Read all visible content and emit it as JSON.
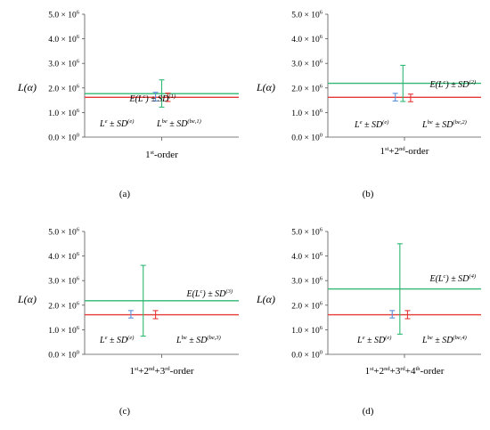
{
  "chart_data": [
    {
      "type": "errorbar",
      "panel_label": "(a)",
      "xlabel": {
        "parts": [
          [
            "1",
            ""
          ],
          [
            "st",
            "sup"
          ],
          [
            "-order",
            ""
          ]
        ]
      },
      "ylabel": "L(α)",
      "ylim": [
        0,
        5000000
      ],
      "yticks": [
        {
          "value": 0,
          "mant": "0.0"
        },
        {
          "value": 1000000,
          "mant": "1.0"
        },
        {
          "value": 2000000,
          "mant": "2.0"
        },
        {
          "value": 3000000,
          "mant": "3.0"
        },
        {
          "value": 4000000,
          "mant": "4.0"
        },
        {
          "value": 5000000,
          "mant": "5.0"
        }
      ],
      "ytick_base": "× 10",
      "ytick_exps": [
        "0",
        "6",
        "6",
        "6",
        "6",
        "6"
      ],
      "lines": [
        {
          "name": "green",
          "color": "#2eb872",
          "value": 1770000
        },
        {
          "name": "red",
          "color": "#e53935",
          "value": 1620000
        }
      ],
      "errorbars": [
        {
          "name": "blue",
          "color": "#5b8fd9",
          "pos": 0.46,
          "center": 1640000,
          "low": 1470000,
          "high": 1820000
        },
        {
          "name": "green",
          "color": "#2eb872",
          "pos": 0.5,
          "center": 1770000,
          "low": 1220000,
          "high": 2330000
        },
        {
          "name": "red",
          "color": "#e53935",
          "pos": 0.54,
          "center": 1620000,
          "low": 1450000,
          "high": 1790000
        }
      ],
      "annotations": [
        {
          "key": "E",
          "text": "E(L",
          "sup": "c",
          "text2": ") ± SD",
          "sup2": "(1)"
        },
        {
          "key": "Le",
          "text": "L",
          "sup": "e",
          "text2": " ± SD",
          "sup2": "(e)"
        },
        {
          "key": "Lbe",
          "text": "L",
          "sup": "be",
          "text2": " ± SD",
          "sup2": "(be,1)"
        }
      ]
    },
    {
      "type": "errorbar",
      "panel_label": "(b)",
      "xlabel": {
        "parts": [
          [
            "1",
            ""
          ],
          [
            "st",
            "sup"
          ],
          [
            "+2",
            ""
          ],
          [
            "nd",
            "sup"
          ],
          [
            "-order",
            ""
          ]
        ]
      },
      "ylabel": "L(α)",
      "ylim": [
        0,
        5000000
      ],
      "yticks": [
        {
          "value": 0,
          "mant": "0.0"
        },
        {
          "value": 1000000,
          "mant": "1.0"
        },
        {
          "value": 2000000,
          "mant": "2.0"
        },
        {
          "value": 3000000,
          "mant": "3.0"
        },
        {
          "value": 4000000,
          "mant": "4.0"
        },
        {
          "value": 5000000,
          "mant": "5.0"
        }
      ],
      "ytick_base": "× 10",
      "ytick_exps": [
        "0",
        "6",
        "6",
        "6",
        "6",
        "6"
      ],
      "lines": [
        {
          "name": "green",
          "color": "#2eb872",
          "value": 2190000
        },
        {
          "name": "red",
          "color": "#e53935",
          "value": 1620000
        }
      ],
      "errorbars": [
        {
          "name": "blue",
          "color": "#5b8fd9",
          "pos": 0.44,
          "center": 1640000,
          "low": 1470000,
          "high": 1780000
        },
        {
          "name": "green",
          "color": "#2eb872",
          "pos": 0.49,
          "center": 2190000,
          "low": 1450000,
          "high": 2920000
        },
        {
          "name": "red",
          "color": "#e53935",
          "pos": 0.54,
          "center": 1620000,
          "low": 1440000,
          "high": 1750000
        }
      ],
      "annotations": [
        {
          "key": "E",
          "text": "E(L",
          "sup": "c",
          "text2": ") ± SD",
          "sup2": "(2)"
        },
        {
          "key": "Le",
          "text": "L",
          "sup": "e",
          "text2": " ± SD",
          "sup2": "(e)"
        },
        {
          "key": "Lbe",
          "text": "L",
          "sup": "be",
          "text2": " ± SD",
          "sup2": "(be,2)"
        }
      ]
    },
    {
      "type": "errorbar",
      "panel_label": "(c)",
      "xlabel": {
        "parts": [
          [
            "1",
            ""
          ],
          [
            "st",
            "sup"
          ],
          [
            "+2",
            ""
          ],
          [
            "nd",
            "sup"
          ],
          [
            "+3",
            ""
          ],
          [
            "rd",
            "sup"
          ],
          [
            "-order",
            ""
          ]
        ]
      },
      "ylabel": "L(α)",
      "ylim": [
        0,
        5000000
      ],
      "yticks": [
        {
          "value": 0,
          "mant": "0.0"
        },
        {
          "value": 1000000,
          "mant": "1.0"
        },
        {
          "value": 2000000,
          "mant": "2.0"
        },
        {
          "value": 3000000,
          "mant": "3.0"
        },
        {
          "value": 4000000,
          "mant": "4.0"
        },
        {
          "value": 5000000,
          "mant": "5.0"
        }
      ],
      "ytick_base": "× 10",
      "ytick_exps": [
        "0",
        "6",
        "6",
        "6",
        "6",
        "6"
      ],
      "lines": [
        {
          "name": "green",
          "color": "#2eb872",
          "value": 2180000
        },
        {
          "name": "red",
          "color": "#e53935",
          "value": 1610000
        }
      ],
      "errorbars": [
        {
          "name": "blue",
          "color": "#5b8fd9",
          "pos": 0.3,
          "center": 1640000,
          "low": 1480000,
          "high": 1780000
        },
        {
          "name": "green",
          "color": "#2eb872",
          "pos": 0.38,
          "center": 2180000,
          "low": 740000,
          "high": 3620000
        },
        {
          "name": "red",
          "color": "#e53935",
          "pos": 0.46,
          "center": 1610000,
          "low": 1450000,
          "high": 1780000
        }
      ],
      "annotations": [
        {
          "key": "E",
          "text": "E(L",
          "sup": "c",
          "text2": ") ± SD",
          "sup2": "(3)"
        },
        {
          "key": "Le",
          "text": "L",
          "sup": "e",
          "text2": " ± SD",
          "sup2": "(e)"
        },
        {
          "key": "Lbe",
          "text": "L",
          "sup": "be",
          "text2": " ± SD",
          "sup2": "(be,3)"
        }
      ]
    },
    {
      "type": "errorbar",
      "panel_label": "(d)",
      "xlabel": {
        "parts": [
          [
            "1",
            ""
          ],
          [
            "st",
            "sup"
          ],
          [
            "+2",
            ""
          ],
          [
            "nd",
            "sup"
          ],
          [
            "+3",
            ""
          ],
          [
            "rd",
            "sup"
          ],
          [
            "+4",
            ""
          ],
          [
            "th",
            "sup"
          ],
          [
            "-order",
            ""
          ]
        ]
      },
      "ylabel": "L(α)",
      "ylim": [
        0,
        5000000
      ],
      "yticks": [
        {
          "value": 0,
          "mant": "0.0"
        },
        {
          "value": 1000000,
          "mant": "1.0"
        },
        {
          "value": 2000000,
          "mant": "2.0"
        },
        {
          "value": 3000000,
          "mant": "3.0"
        },
        {
          "value": 4000000,
          "mant": "4.0"
        },
        {
          "value": 5000000,
          "mant": "5.0"
        }
      ],
      "ytick_base": "× 10",
      "ytick_exps": [
        "0",
        "6",
        "6",
        "6",
        "6",
        "6"
      ],
      "lines": [
        {
          "name": "green",
          "color": "#2eb872",
          "value": 2660000
        },
        {
          "name": "red",
          "color": "#e53935",
          "value": 1610000
        }
      ],
      "errorbars": [
        {
          "name": "blue",
          "color": "#5b8fd9",
          "pos": 0.42,
          "center": 1640000,
          "low": 1480000,
          "high": 1780000
        },
        {
          "name": "green",
          "color": "#2eb872",
          "pos": 0.47,
          "center": 2660000,
          "low": 820000,
          "high": 4500000
        },
        {
          "name": "red",
          "color": "#e53935",
          "pos": 0.52,
          "center": 1610000,
          "low": 1450000,
          "high": 1780000
        }
      ],
      "annotations": [
        {
          "key": "E",
          "text": "E(L",
          "sup": "c",
          "text2": ") ± SD",
          "sup2": "(4)"
        },
        {
          "key": "Le",
          "text": "L",
          "sup": "e",
          "text2": " ± SD",
          "sup2": "(e)"
        },
        {
          "key": "Lbe",
          "text": "L",
          "sup": "be",
          "text2": " ± SD",
          "sup2": "(be,4)"
        }
      ]
    }
  ]
}
